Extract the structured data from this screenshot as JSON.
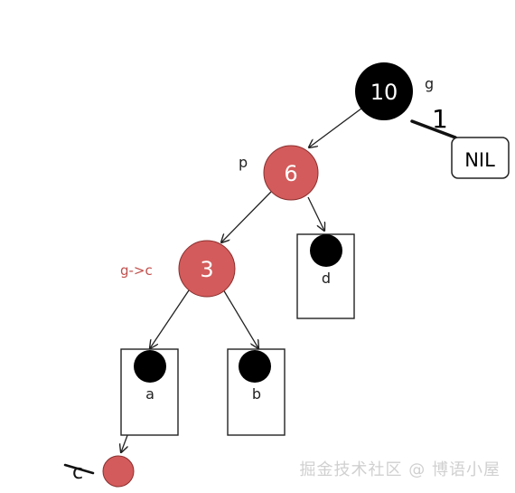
{
  "colors": {
    "black_node": "#000000",
    "red_node": "#d45b5b",
    "edge": "#222222",
    "annotation_red": "#c0504d"
  },
  "nodes": {
    "n10": {
      "value": "10",
      "tag": "g",
      "color": "black"
    },
    "n6": {
      "value": "6",
      "tag": "p",
      "color": "red"
    },
    "n3": {
      "value": "3",
      "tag": "g->c",
      "color": "red"
    },
    "nc": {
      "value": "",
      "tag": "c",
      "color": "red"
    }
  },
  "subtrees": {
    "a": "a",
    "b": "b",
    "d": "d"
  },
  "nil_label": "NIL",
  "annotation_one": "1",
  "watermark": "掘金技术社区 @ 博语小屋"
}
